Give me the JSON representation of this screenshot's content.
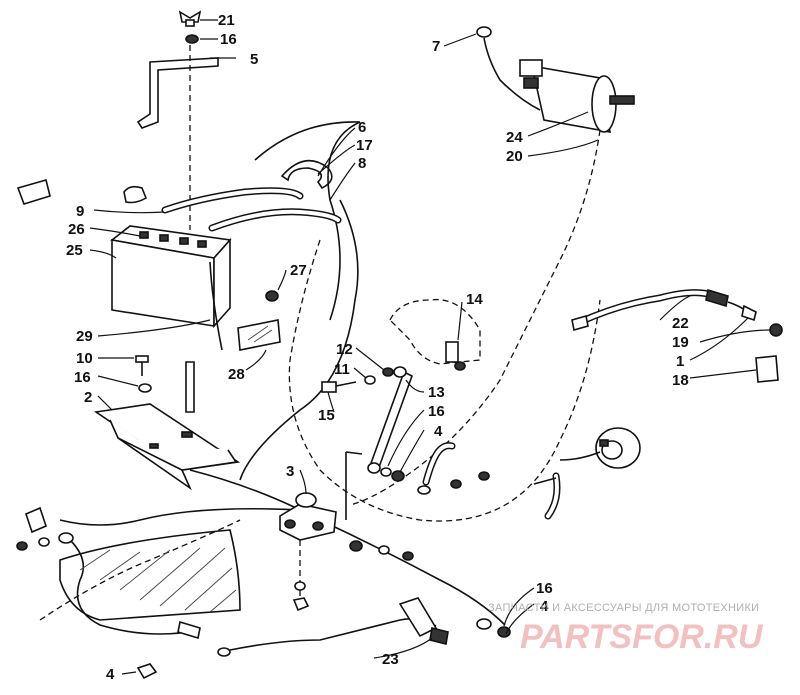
{
  "callouts": {
    "c21": "21",
    "c16a": "16",
    "c5": "5",
    "c6": "6",
    "c17": "17",
    "c8": "8",
    "c9": "9",
    "c26": "26",
    "c25": "25",
    "c27": "27",
    "c29": "29",
    "c28": "28",
    "c10": "10",
    "c16b": "16",
    "c2": "2",
    "c3": "3",
    "c4a": "4",
    "c7": "7",
    "c24": "24",
    "c20": "20",
    "c14": "14",
    "c12": "12",
    "c11": "11",
    "c13": "13",
    "c16c": "16",
    "c4b": "4",
    "c15": "15",
    "c22": "22",
    "c19": "19",
    "c1": "1",
    "c18": "18",
    "c16d": "16",
    "c4c": "4",
    "c23": "23"
  },
  "watermark": {
    "caption": "ЗАПЧАСТИ И АКСЕССУАРЫ ДЛЯ МОТОТЕХНИКИ",
    "brand": "PARTSFOR.RU"
  },
  "colors": {
    "ink": "#111111",
    "watermark_text": "#b0b0b0",
    "watermark_brand": "#f3c0c0"
  }
}
